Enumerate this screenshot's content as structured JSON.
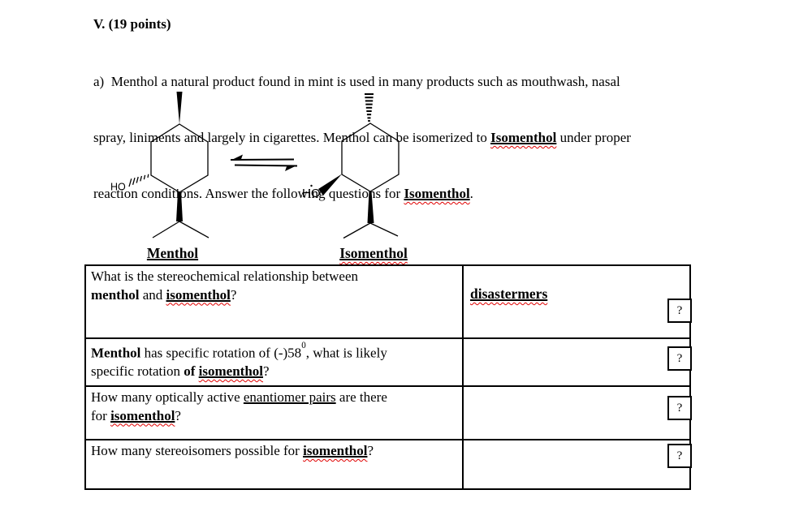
{
  "title": "V. (19 points)",
  "intro": {
    "line1_a": "a)  Menthol a natural product found in mint is used in many products such as mouthwash, nasal",
    "line2_a": "spray, liniments and largely in cigarettes. Menthol can be isomerized to ",
    "line2_b": "Isomenthol",
    "line2_c": " under proper",
    "line3_a": "reaction conditions. Answer the following questions for ",
    "line3_b": "Isomenthol",
    "line3_c": "."
  },
  "scheme": {
    "left": {
      "label": "Menthol",
      "hydroxyl": "HO"
    },
    "right": {
      "label": "Isomenthol",
      "hydroxyl": "HO"
    }
  },
  "table": {
    "row1": {
      "q_line1": "What is the stereochemical relationship between",
      "q_b": "menthol",
      "q_c": " and ",
      "q_d": "isomenthol",
      "q_e": "?",
      "answer": "disastermers",
      "box": "?"
    },
    "row2": {
      "q_a": "Menthol",
      "q_b": " has specific rotation of (-)58",
      "q_sup": "0",
      "q_c": ", what is likely",
      "q_d": "specific rotation ",
      "q_e": "of ",
      "q_f": "isomenthol",
      "q_g": "?",
      "box": "?"
    },
    "row3": {
      "q_a": "How many optically active ",
      "q_b": "enantiomer pairs",
      "q_c": " are there",
      "q_d": "for ",
      "q_e": "isomenthol",
      "q_f": "?",
      "box": "?"
    },
    "row4": {
      "q_a": "How many stereoisomers possible for ",
      "q_b": "isomenthol",
      "q_c": "?",
      "box": "?"
    }
  },
  "colors": {
    "ink": "#000000",
    "squiggle": "#e00000",
    "background": "#ffffff"
  }
}
